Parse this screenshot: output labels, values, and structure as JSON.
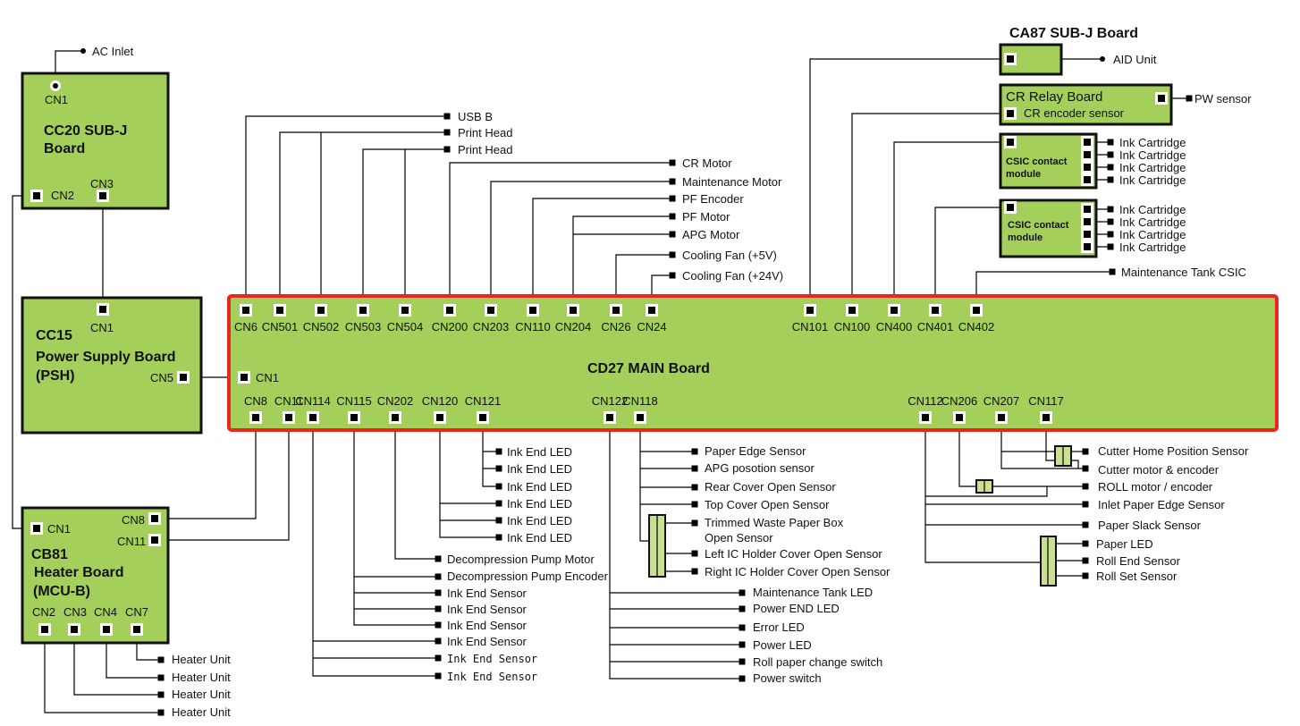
{
  "boards": {
    "cc20": {
      "title_line1": "CC20 SUB-J",
      "title_line2": "Board",
      "cn1": "CN1",
      "cn2": "CN2",
      "cn3": "CN3",
      "ac_inlet": "AC Inlet"
    },
    "cc15": {
      "title_line1": "CC15",
      "title_line2": "Power Supply Board",
      "title_line3": "(PSH)",
      "cn1": "CN1",
      "cn5": "CN5"
    },
    "cb81": {
      "title_line1": "CB81",
      "title_line2": "Heater Board",
      "title_line3": "(MCU-B)",
      "cn1": "CN1",
      "cn8": "CN8",
      "cn11": "CN11",
      "cn2": "CN2",
      "cn3": "CN3",
      "cn4": "CN4",
      "cn7": "CN7"
    },
    "ca87": {
      "title": "CA87 SUB-J  Board",
      "aid_unit": "AID Unit"
    },
    "cr_relay": {
      "title": "CR Relay Board",
      "encoder": "CR encoder sensor",
      "pw_sensor": "PW sensor"
    },
    "csic1": {
      "title_line1": "CSIC contact",
      "title_line2": "module"
    },
    "csic2": {
      "title_line1": "CSIC contact",
      "title_line2": "module"
    },
    "main": {
      "title": "CD27  MAIN Board",
      "cn1": "CN1"
    }
  },
  "heater_units": [
    "Heater Unit",
    "Heater Unit",
    "Heater Unit",
    "Heater Unit"
  ],
  "ink_cartridges_1": [
    "Ink Cartridge",
    "Ink Cartridge",
    "Ink Cartridge",
    "Ink Cartridge"
  ],
  "ink_cartridges_2": [
    "Ink Cartridge",
    "Ink Cartridge",
    "Ink Cartridge",
    "Ink Cartridge"
  ],
  "maintenance_tank_csic": "Maintenance Tank CSIC",
  "main_top_connectors": [
    "CN6",
    "CN501",
    "CN502",
    "CN503",
    "CN504",
    "CN200",
    "CN203",
    "CN110",
    "CN204",
    "CN26",
    "CN24",
    "CN101",
    "CN100",
    "CN400",
    "CN401",
    "CN402"
  ],
  "main_bottom_connectors": [
    "CN8",
    "CN11",
    "CN114",
    "CN115",
    "CN202",
    "CN120",
    "CN121",
    "CN122",
    "CN118",
    "CN112",
    "CN206",
    "CN207",
    "CN117"
  ],
  "top_devices": [
    "USB B",
    "Print Head",
    "Print Head",
    "CR Motor",
    "Maintenance Motor",
    "PF Encoder",
    "PF Motor",
    "APG Motor",
    "Cooling Fan (+5V)",
    "Cooling Fan (+24V)"
  ],
  "ink_end_leds": [
    "Ink End LED",
    "Ink End LED",
    "Ink End LED",
    "Ink End LED",
    "Ink End LED",
    "Ink End LED"
  ],
  "pump_devices": [
    "Decompression Pump Motor",
    "Decompression Pump Encoder"
  ],
  "ink_end_sensors": [
    "Ink End Sensor",
    "Ink End Sensor",
    "Ink End Sensor",
    "Ink End Sensor",
    "Ink End Sensor",
    "Ink End Sensor"
  ],
  "cn118_devices": [
    "Paper Edge Sensor",
    "APG posotion sensor",
    "Rear Cover Open Sensor",
    "Top Cover Open Sensor",
    "Trimmed Waste Paper Box",
    "Open Sensor",
    "Left IC Holder Cover Open Sensor",
    "Right IC Holder Cover Open Sensor"
  ],
  "cn122_devices": [
    "Maintenance Tank LED",
    "Power END LED",
    "Error LED",
    "Power LED",
    "Roll paper change switch",
    "Power switch"
  ],
  "right_devices": [
    "Cutter Home Position Sensor",
    "Cutter motor &  encoder",
    "ROLL motor / encoder",
    "Inlet Paper Edge Sensor",
    "Paper Slack Sensor",
    "Paper LED",
    "Roll End Sensor",
    "Roll Set Sensor"
  ],
  "colors": {
    "board_fill": "#a3cf5a",
    "main_border": "#e8281e",
    "relay_fill": "#c8e08f"
  }
}
